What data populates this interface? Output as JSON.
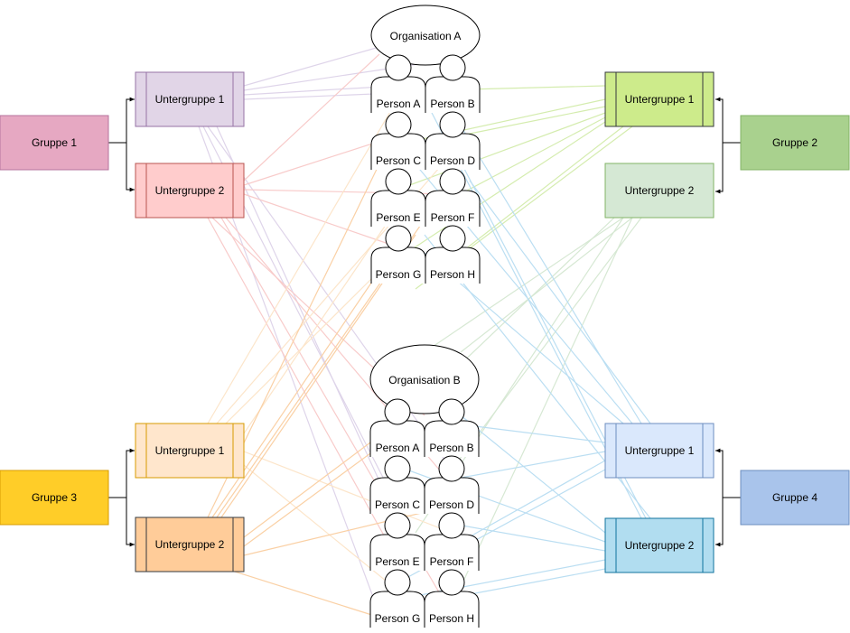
{
  "groups": {
    "g1": {
      "label": "Gruppe 1",
      "fill": "#e6a8c2",
      "stroke": "#b5739d",
      "sub1": {
        "label": "Untergruppe 1",
        "fill": "#e1d5e7",
        "stroke": "#9673a6"
      },
      "sub2": {
        "label": "Untergruppe 2",
        "fill": "#ffcccc",
        "stroke": "#b85450"
      }
    },
    "g2": {
      "label": "Gruppe 2",
      "fill": "#a9d18e",
      "stroke": "#82b366",
      "sub1": {
        "label": "Untergruppe 1",
        "fill": "#cdeb8b",
        "stroke": "#36393d"
      },
      "sub2": {
        "label": "Untergruppe 2",
        "fill": "#d5e8d4",
        "stroke": "#82b366"
      }
    },
    "g3": {
      "label": "Gruppe 3",
      "fill": "#ffcd28",
      "stroke": "#d79b00",
      "sub1": {
        "label": "Untergruppe 1",
        "fill": "#ffe6cc",
        "stroke": "#d79b00"
      },
      "sub2": {
        "label": "Untergruppe 2",
        "fill": "#ffcc99",
        "stroke": "#36393d"
      }
    },
    "g4": {
      "label": "Gruppe 4",
      "fill": "#a9c4eb",
      "stroke": "#6c8ebf",
      "sub1": {
        "label": "Untergruppe 1",
        "fill": "#dae8fc",
        "stroke": "#6c8ebf"
      },
      "sub2": {
        "label": "Untergruppe 2",
        "fill": "#b1ddf0",
        "stroke": "#10739e"
      }
    }
  },
  "orgA": {
    "label": "Organisation A",
    "persons": [
      "Person A",
      "Person B",
      "Person C",
      "Person D",
      "Person E",
      "Person F",
      "Person G",
      "Person H"
    ]
  },
  "orgB": {
    "label": "Organisation B",
    "persons": [
      "Person A",
      "Person B",
      "Person C",
      "Person D",
      "Person E",
      "Person F",
      "Person G",
      "Person H"
    ]
  },
  "edge_colors": {
    "g1s1": "#c9b8dc",
    "g1s2": "#f4a9a8",
    "g2": "#b9e07a",
    "g2s2": "#bcd9b6",
    "g3s1": "#fbd5a8",
    "g3s2": "#f7b26a",
    "g4": "#8ec9ea"
  }
}
